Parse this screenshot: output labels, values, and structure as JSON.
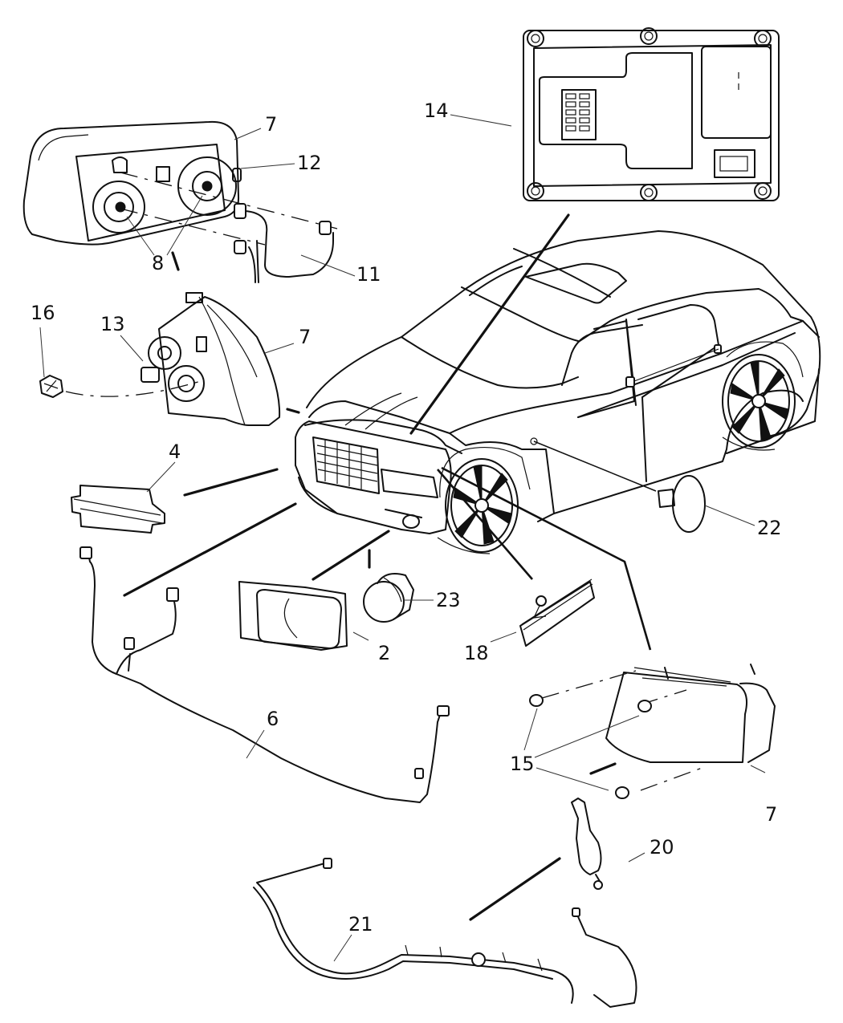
{
  "diagram": {
    "subject": "Headlamp, fog lamp, side marker and washer system exploded parts view",
    "line_color": "#111111",
    "background": "#ffffff",
    "callouts": [
      {
        "id": "c14",
        "label": "14",
        "part": "headlamp ballast control module"
      },
      {
        "id": "c7a",
        "label": "7",
        "part": "headlamp assembly (rear view)"
      },
      {
        "id": "c12",
        "label": "12",
        "part": "bulb socket"
      },
      {
        "id": "c8",
        "label": "8",
        "part": "headlamp bulbs"
      },
      {
        "id": "c11",
        "label": "11",
        "part": "headlamp wiring pigtail"
      },
      {
        "id": "c16",
        "label": "16",
        "part": "bulb socket connector"
      },
      {
        "id": "c13",
        "label": "13",
        "part": "leveling motor connector"
      },
      {
        "id": "c7b",
        "label": "7",
        "part": "headlamp assembly (side view)"
      },
      {
        "id": "c4",
        "label": "4",
        "part": "turn signal lamp"
      },
      {
        "id": "c22",
        "label": "22",
        "part": "side repeater lamp"
      },
      {
        "id": "c23",
        "label": "23",
        "part": "fog lamp"
      },
      {
        "id": "c2",
        "label": "2",
        "part": "fog lamp bezel"
      },
      {
        "id": "c18",
        "label": "18",
        "part": "side marker lamp"
      },
      {
        "id": "c6",
        "label": "6",
        "part": "fog lamp wiring harness"
      },
      {
        "id": "c15",
        "label": "15",
        "part": "headlamp mounting bolts"
      },
      {
        "id": "c7c",
        "label": "7",
        "part": "headlamp assembly (front view)"
      },
      {
        "id": "c20",
        "label": "20",
        "part": "headlamp washer pump"
      },
      {
        "id": "c21",
        "label": "21",
        "part": "headlamp washer hose"
      }
    ]
  }
}
